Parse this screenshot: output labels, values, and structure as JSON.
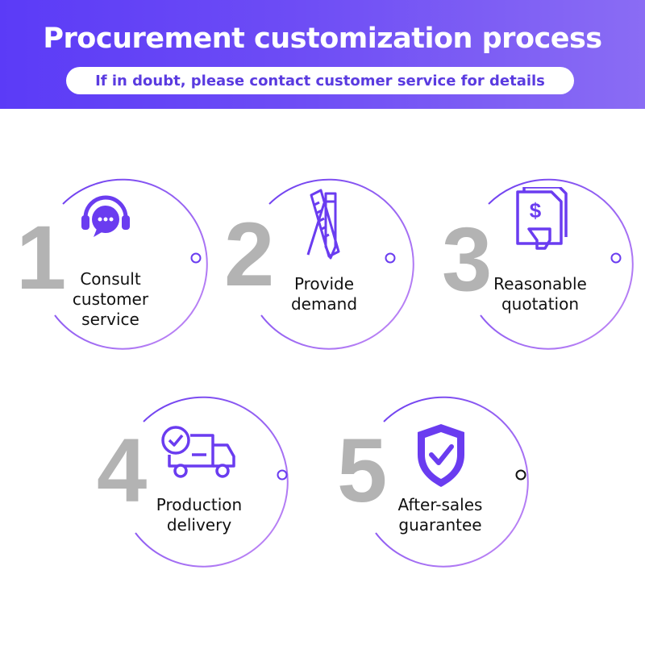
{
  "header": {
    "title": "Procurement customization process",
    "subtitle": "If in doubt, please contact customer service for details"
  },
  "steps": [
    {
      "number": "1",
      "label_lines": [
        "Consult",
        "customer",
        "service"
      ],
      "icon": "headset-chat-icon"
    },
    {
      "number": "2",
      "label_lines": [
        "Provide",
        "demand"
      ],
      "icon": "pencil-ruler-icon"
    },
    {
      "number": "3",
      "label_lines": [
        "Reasonable",
        "quotation"
      ],
      "icon": "price-document-icon"
    },
    {
      "number": "4",
      "label_lines": [
        "Production",
        "delivery"
      ],
      "icon": "delivery-truck-icon"
    },
    {
      "number": "5",
      "label_lines": [
        "After-sales",
        "guarantee"
      ],
      "icon": "shield-check-icon"
    }
  ],
  "colors": {
    "header_gradient_start": "#5b3bf7",
    "header_gradient_end": "#8a6cf4",
    "accent": "#6a3cf0",
    "number_gray": "#b3b3b3"
  }
}
